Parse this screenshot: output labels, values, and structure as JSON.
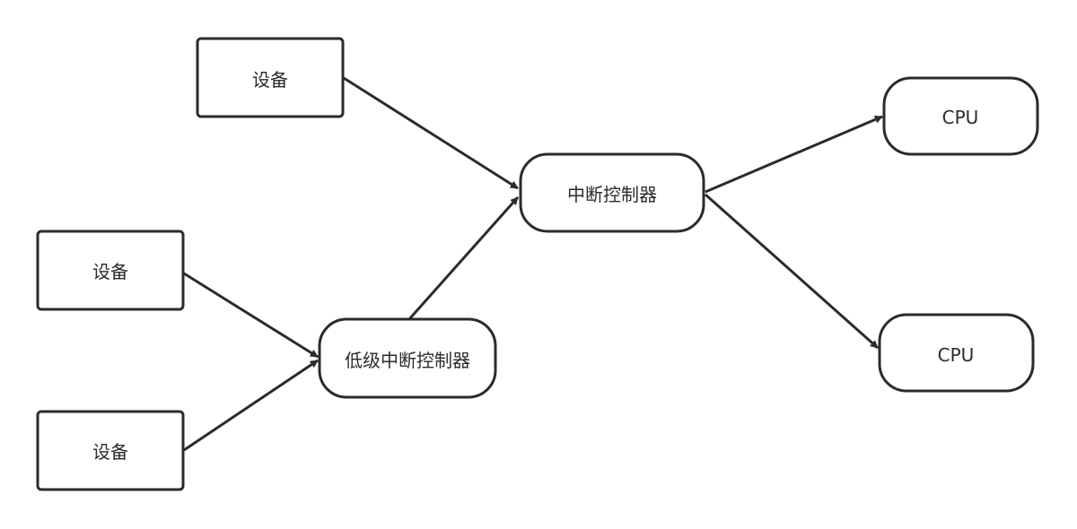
{
  "nodes": [
    {
      "id": "device-top",
      "label": "设备",
      "shape": "rect"
    },
    {
      "id": "device-mid",
      "label": "设备",
      "shape": "rect"
    },
    {
      "id": "device-bottom",
      "label": "设备",
      "shape": "rect"
    },
    {
      "id": "low-level-controller",
      "label": "低级中断控制器",
      "shape": "rounded"
    },
    {
      "id": "interrupt-controller",
      "label": "中断控制器",
      "shape": "rounded"
    },
    {
      "id": "cpu-top",
      "label": "CPU",
      "shape": "rounded"
    },
    {
      "id": "cpu-bottom",
      "label": "CPU",
      "shape": "rounded"
    }
  ],
  "edges": [
    {
      "from": "device-top",
      "to": "interrupt-controller"
    },
    {
      "from": "device-mid",
      "to": "low-level-controller"
    },
    {
      "from": "device-bottom",
      "to": "low-level-controller"
    },
    {
      "from": "low-level-controller",
      "to": "interrupt-controller"
    },
    {
      "from": "interrupt-controller",
      "to": "cpu-top"
    },
    {
      "from": "interrupt-controller",
      "to": "cpu-bottom"
    }
  ],
  "colors": {
    "stroke": "#2b2b2b",
    "fill": "#ffffff",
    "background": "#ffffff"
  }
}
